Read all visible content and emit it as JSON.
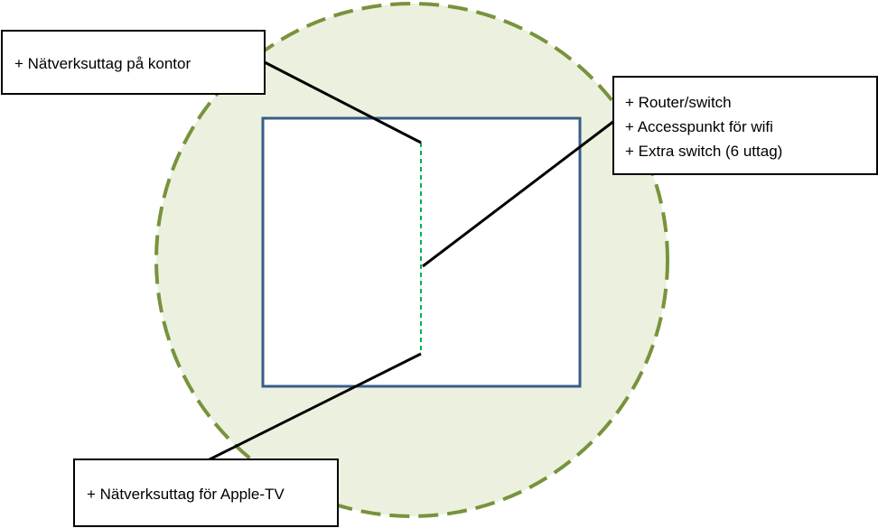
{
  "colors": {
    "zone_fill": "#ebf1de",
    "zone_border": "#77933c",
    "room_border": "#385d8a",
    "cable": "#00b050",
    "leader": "#000000",
    "callout_border": "#000000"
  },
  "callouts": {
    "office": {
      "lines": [
        "+ Nätverksuttag på kontor"
      ]
    },
    "router": {
      "lines": [
        "+ Router/switch",
        "+ Accesspunkt för wifi",
        "+ Extra switch (6 uttag)"
      ]
    },
    "appletv": {
      "lines": [
        "+ Nätverksuttag för Apple-TV"
      ]
    }
  }
}
